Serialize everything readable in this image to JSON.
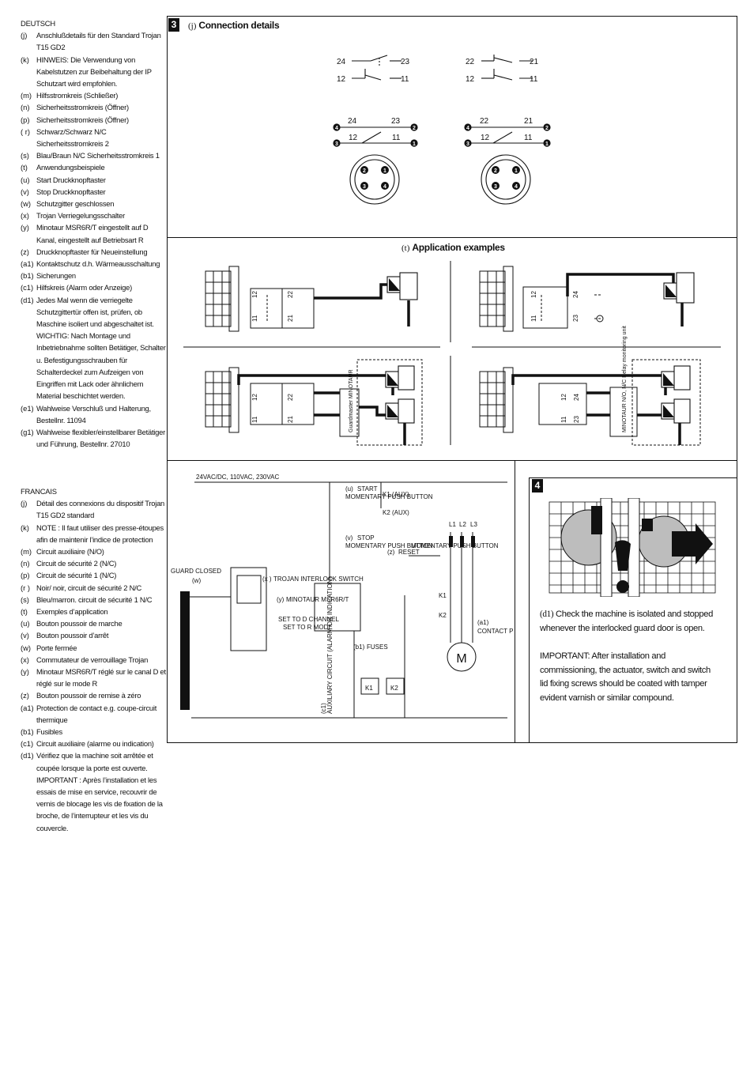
{
  "legend_de": {
    "heading": "DEUTSCH",
    "items": [
      {
        "code": "(j)",
        "text": "Anschlußdetails für den Standard Trojan T15 GD2"
      },
      {
        "code": "(k)",
        "text": "HINWEIS: Die Verwendung von Kabelstutzen zur Beibehaltung der IP Schutzart wird empfohlen."
      },
      {
        "code": "(m)",
        "text": "Hilfsstromkreis (Schließer)"
      },
      {
        "code": "(n)",
        "text": "Sicherheitsstromkreis (Öffner)"
      },
      {
        "code": "(p)",
        "text": "Sicherheitsstromkreis (Öffner)"
      },
      {
        "code": "( r)",
        "text": "Schwarz/Schwarz N/C Sicherheitsstromkreis 2"
      },
      {
        "code": "(s)",
        "text": "Blau/Braun N/C Sicherheitsstromkreis 1"
      },
      {
        "code": "(t)",
        "text": "Anwendungsbeispiele"
      },
      {
        "code": "(u)",
        "text": "Start Druckknopftaster"
      },
      {
        "code": "(v)",
        "text": "Stop Druckknopftaster"
      },
      {
        "code": "(w)",
        "text": "Schutzgitter geschlossen"
      },
      {
        "code": "(x)",
        "text": "Trojan Verriegelungsschalter"
      },
      {
        "code": "(y)",
        "text": "Minotaur MSR6R/T eingestellt auf D Kanal, eingestellt auf Betriebsart R"
      },
      {
        "code": "(z)",
        "text": "Druckknopftaster für Neueinstellung"
      },
      {
        "code": "(a1)",
        "text": "Kontaktschutz d.h. Wärmeausschaltung"
      },
      {
        "code": "(b1)",
        "text": "Sicherungen"
      },
      {
        "code": "(c1)",
        "text": "Hilfskreis (Alarm oder Anzeige)"
      },
      {
        "code": "(d1)",
        "text": "Jedes Mal wenn die verriegelte Schutzgittertür offen ist, prüfen, ob Maschine isoliert und abgeschaltet ist. WICHTIG: Nach Montage und Inbetriebnahme sollten Betätiger, Schalter u. Befestigungsschrauben für Schalterdeckel zum Aufzeigen von Eingriffen mit Lack oder ähnlichem Material beschichtet werden."
      },
      {
        "code": "(e1)",
        "text": "Wahlweise Verschluß und Halterung, Bestellnr. 11094"
      },
      {
        "code": "(g1)",
        "text": "Wahlweise flexibler/einstellbarer Betätiger und Führung, Bestellnr. 27010"
      }
    ]
  },
  "legend_fr": {
    "heading": "FRANCAIS",
    "items": [
      {
        "code": "(j)",
        "text": "Détail des connexions du dispositif Trojan T15 GD2 standard"
      },
      {
        "code": "(k)",
        "text": "NOTE : Il faut utiliser des presse-étoupes afin de maintenir l’indice de protection"
      },
      {
        "code": "(m)",
        "text": "Circuit auxiliaire (N/O)"
      },
      {
        "code": "(n)",
        "text": "Circuit de sécurité 2 (N/C)"
      },
      {
        "code": "(p)",
        "text": "Circuit de sécurité 1 (N/C)"
      },
      {
        "code": "(r )",
        "text": "Noir/ noir, circuit de sécurité 2 N/C"
      },
      {
        "code": "(s)",
        "text": "Bleu/marron. circuit de sécurité 1 N/C"
      },
      {
        "code": "(t)",
        "text": "Exemples d’application"
      },
      {
        "code": "(u)",
        "text": "Bouton poussoir de marche"
      },
      {
        "code": "(v)",
        "text": "Bouton poussoir d’arrêt"
      },
      {
        "code": "(w)",
        "text": "Porte fermée"
      },
      {
        "code": "(x)",
        "text": "Commutateur de verrouillage Trojan"
      },
      {
        "code": "(y)",
        "text": "Minotaur MSR6R/T réglé sur le canal D et réglé sur le mode R"
      },
      {
        "code": "(z)",
        "text": "Bouton poussoir de remise à zéro"
      },
      {
        "code": "(a1)",
        "text": "Protection de contact e.g. coupe-circuit thermique"
      },
      {
        "code": "(b1)",
        "text": "Fusibles"
      },
      {
        "code": "(c1)",
        "text": "Circuit auxiliaire (alarme ou indication)"
      },
      {
        "code": "(d1)",
        "text": "Vérifiez que la machine soit arrêtée et coupée lorsque la porte est ouverte. IMPORTANT : Après l’installation et les essais de mise en service, recouvrir de vernis de blocage les vis de fixation de la broche, de l’interrupteur et les vis du couvercle."
      }
    ]
  },
  "section3": {
    "badge": "3",
    "connection_code": "(j)",
    "connection_title": "Connection details",
    "application_code": "(t)",
    "application_title": "Application examples",
    "contacts_left": {
      "t1": "24",
      "t2": "23",
      "t3": "12",
      "t4": "11"
    },
    "contacts_right": {
      "t1": "22",
      "t2": "21",
      "t3": "12",
      "t4": "11"
    },
    "pins": [
      "1",
      "2",
      "3",
      "4"
    ],
    "guardmaster_label": "Guardmaster MINOTAUR",
    "relay_label": "MINOTAUR N/O, N/C Relay monitoring unit"
  },
  "wiring": {
    "supply": "24VAC/DC, 110VAC, 230VAC",
    "guard_closed": "GUARD CLOSED",
    "guard_code": "(w)",
    "start_code": "(u)",
    "start": "START",
    "start_sub": "MOMENTARY PUSH BUTTON",
    "stop_code": "(v)",
    "stop": "STOP",
    "stop_sub": "MOMENTARY PUSH BUTTON",
    "k1_aux": "K1 (AUX)",
    "k2_aux": "K2 (AUX)",
    "reset_code": "(z)",
    "reset": "RESET",
    "reset_sub": "MOMENTARY PUSH BUTTON",
    "trojan_code": "(x )",
    "trojan": "TROJAN INTERLOCK SWITCH",
    "minotaur_code": "(y)",
    "minotaur": "MINOTAUR MSR6R/T",
    "set_d": "SET TO D CHANNEL",
    "set_r": "SET TO R MODE",
    "fuses_code": "(b1)",
    "fuses": "FUSES",
    "aux_code": "(c1)",
    "aux": "AUXILIARY CIRCUIT (ALARM OR INDICATION)",
    "contact_code": "(a1)",
    "contact": "CONTACT PROTECTION E.G. THERMAL CUT OUT",
    "k1": "K1",
    "k2": "K2",
    "l1": "L1",
    "l2": "L2",
    "l3": "L3",
    "motor": "M"
  },
  "section4": {
    "badge": "4",
    "d1_code": "(d1)",
    "d1_text": "Check the machine is isolated and stopped whenever the interlocked guard door is open.",
    "important": "IMPORTANT: After installation and commissioning, the actuator, switch and switch lid fixing screws should be coated with tamper evident varnish or similar compound."
  }
}
